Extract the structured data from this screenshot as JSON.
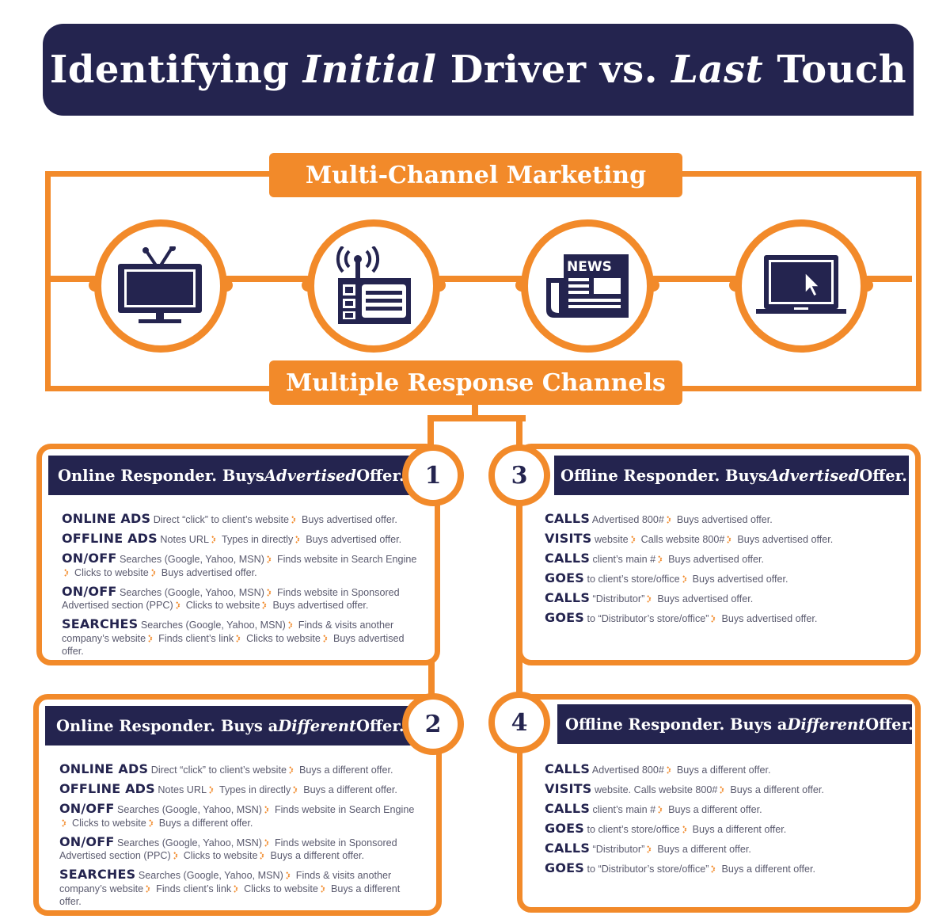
{
  "title": {
    "part1": "Identifying ",
    "italic1": "Initial",
    "part2": " Driver vs. ",
    "italic2": "Last",
    "part3": " Touch"
  },
  "labels": {
    "top": "Multi-Channel Marketing",
    "bottom": "Multiple Response Channels"
  },
  "channels": [
    {
      "name": "tv-icon"
    },
    {
      "name": "radio-icon"
    },
    {
      "name": "newspaper-icon",
      "text": "NEWS"
    },
    {
      "name": "laptop-icon"
    }
  ],
  "colors": {
    "navy": "#24244f",
    "orange": "#f28a2a"
  },
  "cards": [
    {
      "number": "1",
      "head_a": "Online Responder. Buys ",
      "head_i": "Advertised",
      "head_b": " Offer.",
      "items": [
        {
          "k": "ONLINE ADS",
          "parts": [
            "Direct “click” to client’s website",
            "Buys advertised offer."
          ]
        },
        {
          "k": "OFFLINE ADS",
          "parts": [
            "Notes URL",
            "Types in directly",
            "Buys advertised offer."
          ]
        },
        {
          "k": "ON/OFF",
          "parts": [
            "Searches (Google, Yahoo, MSN)",
            "Finds website in Search Engine",
            "Clicks to website",
            "Buys advertised offer."
          ]
        },
        {
          "k": "ON/OFF",
          "parts": [
            "Searches (Google, Yahoo, MSN)",
            "Finds website in Sponsored Advertised section (PPC)",
            "Clicks to website",
            "Buys advertised offer."
          ]
        },
        {
          "k": "SEARCHES",
          "parts": [
            "Searches (Google, Yahoo, MSN)",
            "Finds & visits another company’s website",
            "Finds client’s link",
            "Clicks to website",
            "Buys advertised offer."
          ]
        }
      ]
    },
    {
      "number": "2",
      "head_a": "Online Responder. Buys a ",
      "head_i": "Different",
      "head_b": " Offer.",
      "items": [
        {
          "k": "ONLINE ADS",
          "parts": [
            "Direct “click” to client’s website",
            "Buys a different offer."
          ]
        },
        {
          "k": "OFFLINE ADS",
          "parts": [
            "Notes URL",
            "Types in directly",
            "Buys a different offer."
          ]
        },
        {
          "k": "ON/OFF",
          "parts": [
            "Searches (Google, Yahoo, MSN)",
            "Finds website in Search Engine",
            "Clicks to website",
            "Buys a different offer."
          ]
        },
        {
          "k": "ON/OFF",
          "parts": [
            "Searches (Google, Yahoo, MSN)",
            "Finds website in Sponsored Advertised section (PPC)",
            "Clicks to website",
            "Buys a different offer."
          ]
        },
        {
          "k": "SEARCHES",
          "parts": [
            "Searches (Google, Yahoo, MSN)",
            "Finds & visits another company’s website",
            "Finds client’s link",
            "Clicks to website",
            "Buys a different offer."
          ]
        }
      ]
    },
    {
      "number": "3",
      "head_a": "Offline Responder. Buys ",
      "head_i": "Advertised",
      "head_b": " Offer.",
      "items": [
        {
          "k": "CALLS",
          "parts": [
            "Advertised 800#",
            "Buys advertised offer."
          ]
        },
        {
          "k": "VISITS",
          "parts": [
            "website",
            "Calls website 800#",
            "Buys advertised offer."
          ]
        },
        {
          "k": "CALLS",
          "parts": [
            "client’s main #",
            "Buys advertised offer."
          ]
        },
        {
          "k": "GOES",
          "parts": [
            "to client’s store/office",
            "Buys advertised offer."
          ]
        },
        {
          "k": "CALLS",
          "parts": [
            "“Distributor”",
            "Buys advertised offer."
          ]
        },
        {
          "k": "GOES",
          "parts": [
            "to “Distributor’s store/office”",
            "Buys advertised offer."
          ]
        }
      ]
    },
    {
      "number": "4",
      "head_a": "Offline Responder. Buys a ",
      "head_i": "Different",
      "head_b": " Offer.",
      "items": [
        {
          "k": "CALLS",
          "parts": [
            "Advertised 800#",
            "Buys a different offer."
          ]
        },
        {
          "k": "VISITS",
          "parts": [
            "website. Calls website 800#",
            "Buys a different offer."
          ]
        },
        {
          "k": "CALLS",
          "parts": [
            "client’s main #",
            "Buys a different offer."
          ]
        },
        {
          "k": "GOES",
          "parts": [
            "to client’s store/office",
            "Buys a different offer."
          ]
        },
        {
          "k": "CALLS",
          "parts": [
            "“Distributor”",
            "Buys a different offer."
          ]
        },
        {
          "k": "GOES",
          "parts": [
            "to “Distributor’s store/office”",
            "Buys a different offer."
          ]
        }
      ]
    }
  ]
}
